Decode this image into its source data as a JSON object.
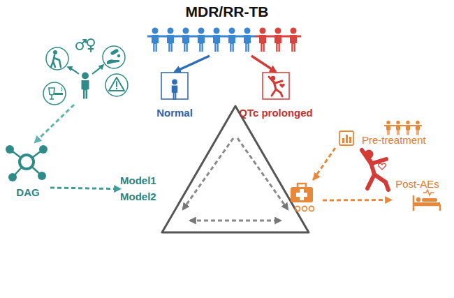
{
  "diagram": {
    "nodes": [
      {
        "text": [
          "MDR/RR-TB"
        ]
      },
      {
        "text": [
          "Normal"
        ]
      },
      {
        "text": [
          "QTc prolonged"
        ]
      },
      {
        "text": [
          "DAG"
        ]
      },
      {
        "text": [
          "Model1",
          "Model2"
        ]
      },
      {
        "text": [
          "Pre-treatment"
        ]
      },
      {
        "text": [
          "Post-AEs"
        ]
      }
    ],
    "edges": [
      {
        "from": 0,
        "to": 1,
        "arrow": "to"
      },
      {
        "from": 0,
        "to": 2,
        "arrow": "to"
      },
      {
        "from": 3,
        "to": 4,
        "arrow": "to"
      },
      {
        "from": 5,
        "to": 6,
        "arrow": "to"
      }
    ]
  }
}
